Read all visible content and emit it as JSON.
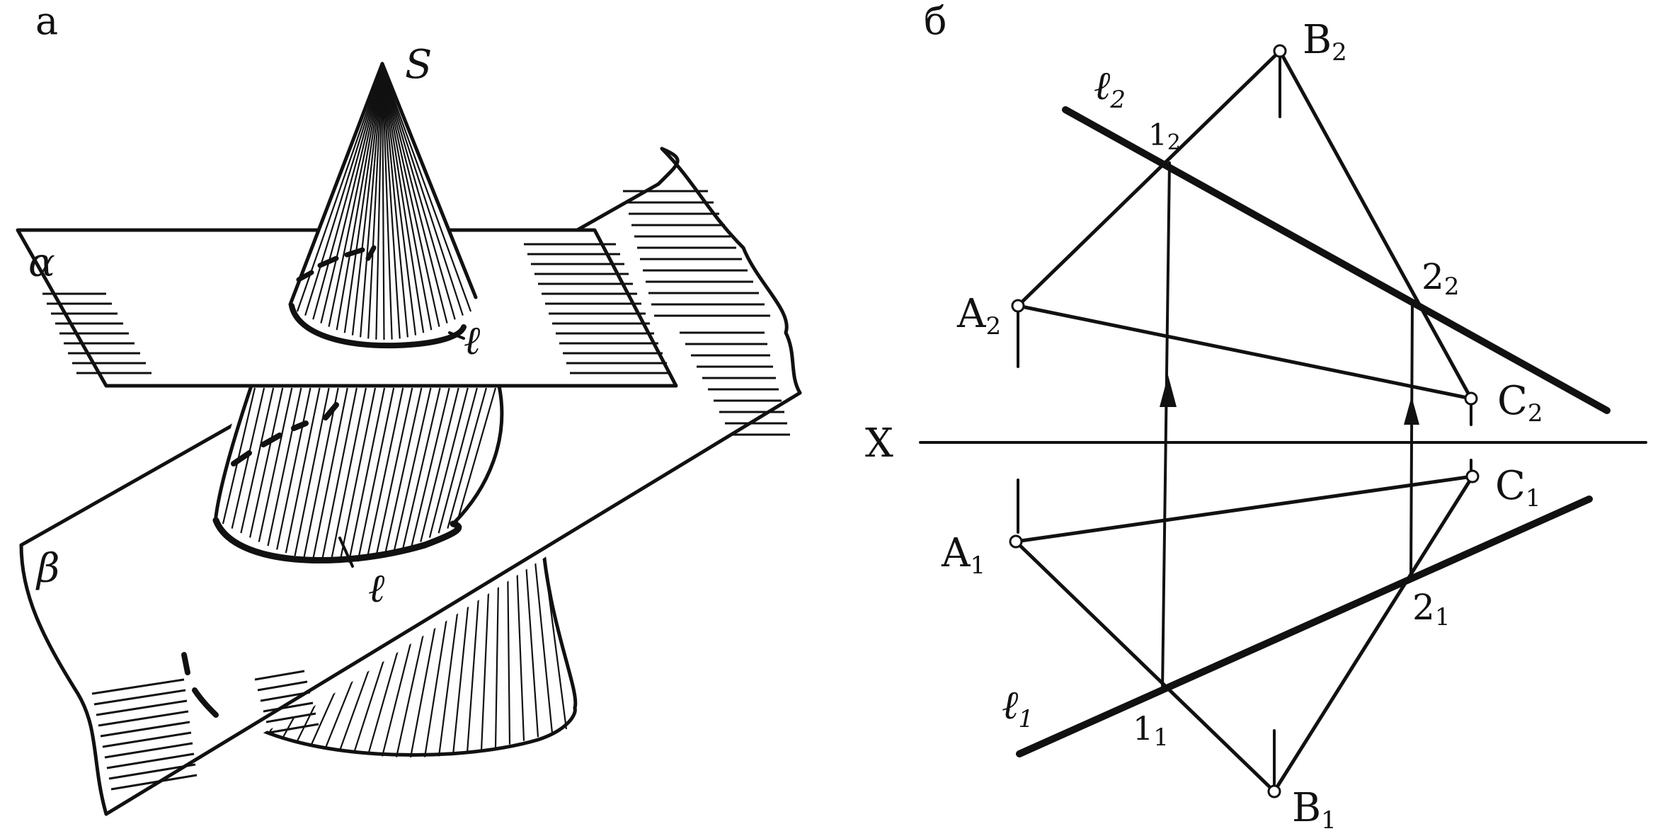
{
  "panels": {
    "left": {
      "label": "а",
      "apex": "S",
      "plane_alpha": "α",
      "plane_beta": "β",
      "curve_upper": "ℓ",
      "curve_lower": "ℓ"
    },
    "right": {
      "label": "б",
      "axis": "X",
      "points": [
        {
          "key": "A2",
          "main": "A",
          "sub": "2"
        },
        {
          "key": "B2",
          "main": "B",
          "sub": "2"
        },
        {
          "key": "C2",
          "main": "C",
          "sub": "2"
        },
        {
          "key": "A1",
          "main": "A",
          "sub": "1"
        },
        {
          "key": "B1",
          "main": "B",
          "sub": "1"
        },
        {
          "key": "C1",
          "main": "C",
          "sub": "1"
        },
        {
          "key": "l2",
          "main": "ℓ",
          "sub": "2"
        },
        {
          "key": "l1",
          "main": "ℓ",
          "sub": "1"
        },
        {
          "key": "n12",
          "main": "1",
          "sub": "2"
        },
        {
          "key": "n22",
          "main": "2",
          "sub": "2"
        },
        {
          "key": "n11",
          "main": "1",
          "sub": "1"
        },
        {
          "key": "n21",
          "main": "2",
          "sub": "1"
        }
      ]
    }
  }
}
